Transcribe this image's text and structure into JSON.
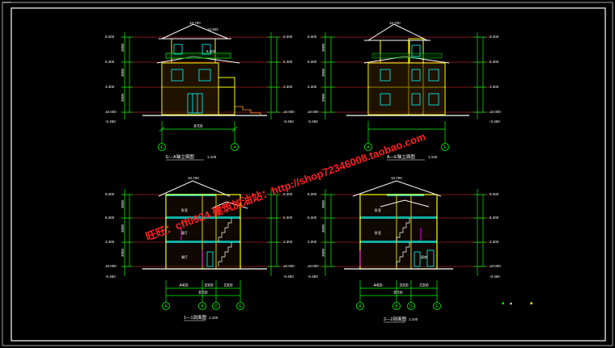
{
  "titles": {
    "e_a_elev": "E—A轴立面图",
    "a_e_elev": "A—E轴立面图",
    "sec_11": "1—1剖面图",
    "sec_22": "2—2剖面图",
    "scale": "1:100"
  },
  "axes": {
    "top_left": [
      "E",
      "A"
    ],
    "top_right": [
      "A",
      "E"
    ],
    "bottom": [
      "A",
      "B",
      "D",
      "E"
    ]
  },
  "dims": {
    "overall": "8700",
    "bay_1": "4400",
    "bay_2": "2000",
    "bay_3": "2300",
    "overall_b": "8700"
  },
  "levels": {
    "top": "10.700",
    "roof": "9.300",
    "l3": "6.300",
    "l2": "3.300",
    "ground": "±0.000",
    "base": "-0.450",
    "roof2": "10.900",
    "mid": "5.400"
  },
  "level_heights": [
    "3000",
    "3000",
    "3000"
  ],
  "room_labels": [
    "卧室",
    "客厅",
    "卧室",
    "餐厅",
    "卧室",
    "厨房"
  ],
  "watermark": {
    "shop_text": "旺旺：cff0924  建筑加油站：http://shop72346008.taobao.com"
  },
  "legend": {
    "items": [
      "■",
      "▲",
      "■"
    ]
  },
  "colors": {
    "background": "#000000",
    "wall": "#ffff00",
    "dim": "#00ff00",
    "level_line": "#ff3030",
    "roof": "#ffffff",
    "cyan": "#00ffff",
    "magenta": "#ff00ff",
    "orange": "#ff9933",
    "watermark": "#ff2020"
  }
}
